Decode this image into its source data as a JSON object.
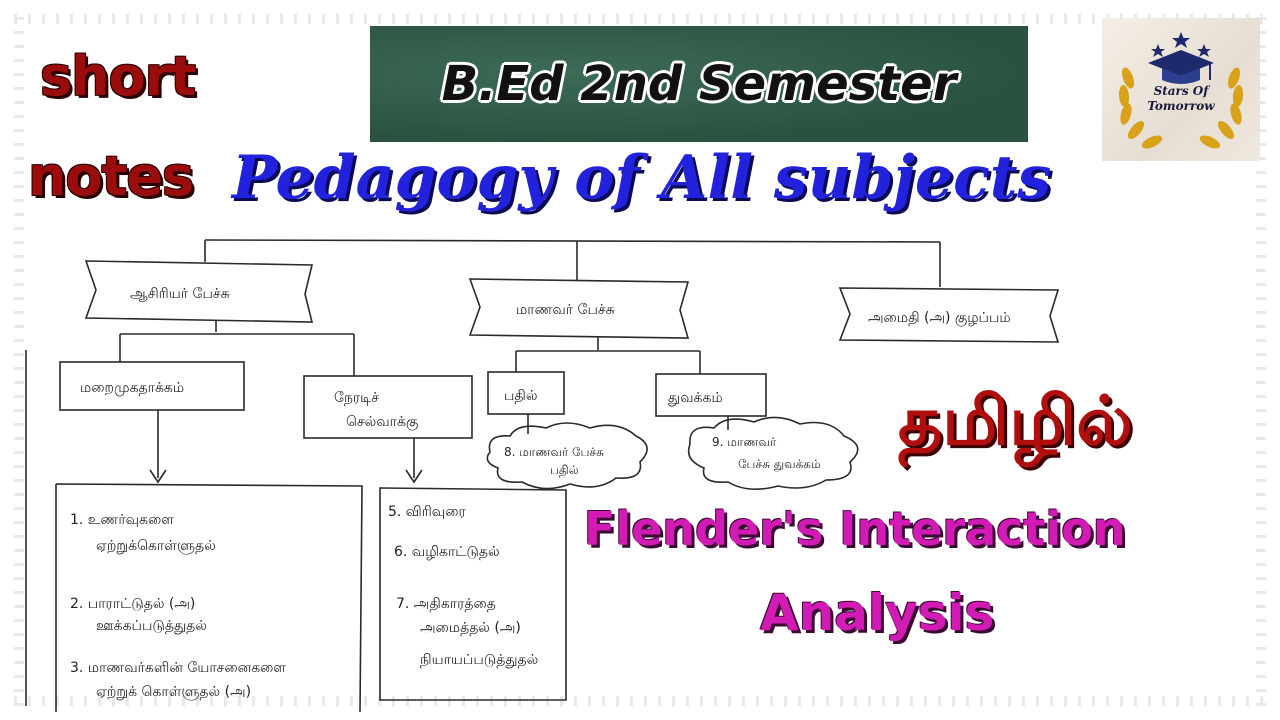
{
  "overlay": {
    "short_label": "short",
    "notes_label": "notes",
    "banner_title": "B.Ed 2nd Semester",
    "subtitle": "Pedagogy of All subjects",
    "tamil_label": "தமிழில்",
    "topic_line1": "Flender's Interaction",
    "topic_line2": "Analysis"
  },
  "logo": {
    "line1": "Stars Of",
    "line2": "Tomorrow",
    "icon": "graduation-cap-with-laurel-icon",
    "gold": "#d9a21b",
    "navy": "#1d2a6b"
  },
  "diagram": {
    "teacher_talk": "ஆசிரியர் பேச்சு",
    "student_talk": "மாணவர் பேச்சு",
    "silence": "அமைதி (அ) குழப்பம்",
    "indirect": "மறைமுகதாக்கம்",
    "direct_line1": "நேரடிச்",
    "direct_line2": "செல்வாக்கு",
    "response": "பதில்",
    "initiation": "துவக்கம்",
    "cloud1_line1": "8. மாணவர் பேச்சு",
    "cloud1_line2": "பதில்",
    "cloud2_line1": "9. மாணவர்",
    "cloud2_line2": "பேச்சு துவக்கம்",
    "indirect_items": [
      "1. உணர்வுகளை",
      "ஏற்றுக்கொள்ளுதல்",
      "2. பாராட்டுதல் (அ)",
      "ஊக்கப்படுத்துதல்",
      "3. மாணவர்களின் யோசனைகளை",
      "ஏற்றுக் கொள்ளுதல் (அ)"
    ],
    "direct_items": [
      "5. விரிவுரை",
      "6. வழிகாட்டுதல்",
      "7. அதிகாரத்தை",
      "அமைத்தல் (அ)",
      "நியாயப்படுத்துதல்"
    ]
  },
  "colors": {
    "banner_bg": "#2f5a47",
    "short_notes_red": "#9b0d0d",
    "pedagogy_blue": "#2222dd",
    "tamil_red": "#b10e0e",
    "flender_magenta": "#d21bb4"
  }
}
